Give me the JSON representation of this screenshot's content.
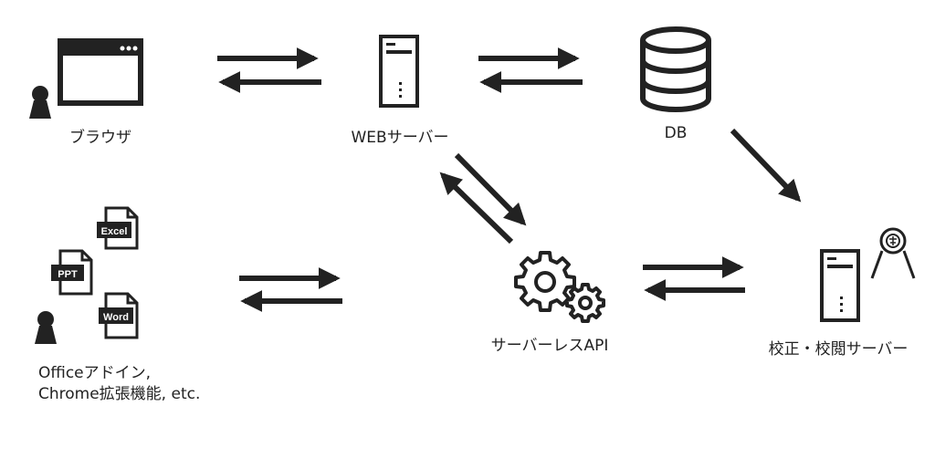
{
  "nodes": {
    "browser": {
      "label": "ブラウザ",
      "icon": "browser-window-icon"
    },
    "web_server": {
      "label": "WEBサーバー",
      "icon": "server-tower-icon"
    },
    "db": {
      "label": "DB",
      "icon": "database-icon"
    },
    "office": {
      "label_line1": "Officeアドイン,",
      "label_line2": "Chrome拡張機能, etc.",
      "icons": [
        "excel-file-icon",
        "ppt-file-icon",
        "word-file-icon"
      ],
      "file_labels": {
        "excel": "Excel",
        "ppt": "PPT",
        "word": "Word"
      }
    },
    "serverless": {
      "label": "サーバーレスAPI",
      "icon": "gears-icon"
    },
    "proofread": {
      "label": "校正・校閲サーバー",
      "icon": "server-tower-icon"
    }
  },
  "colors": {
    "ink": "#222222",
    "background": "#ffffff"
  }
}
